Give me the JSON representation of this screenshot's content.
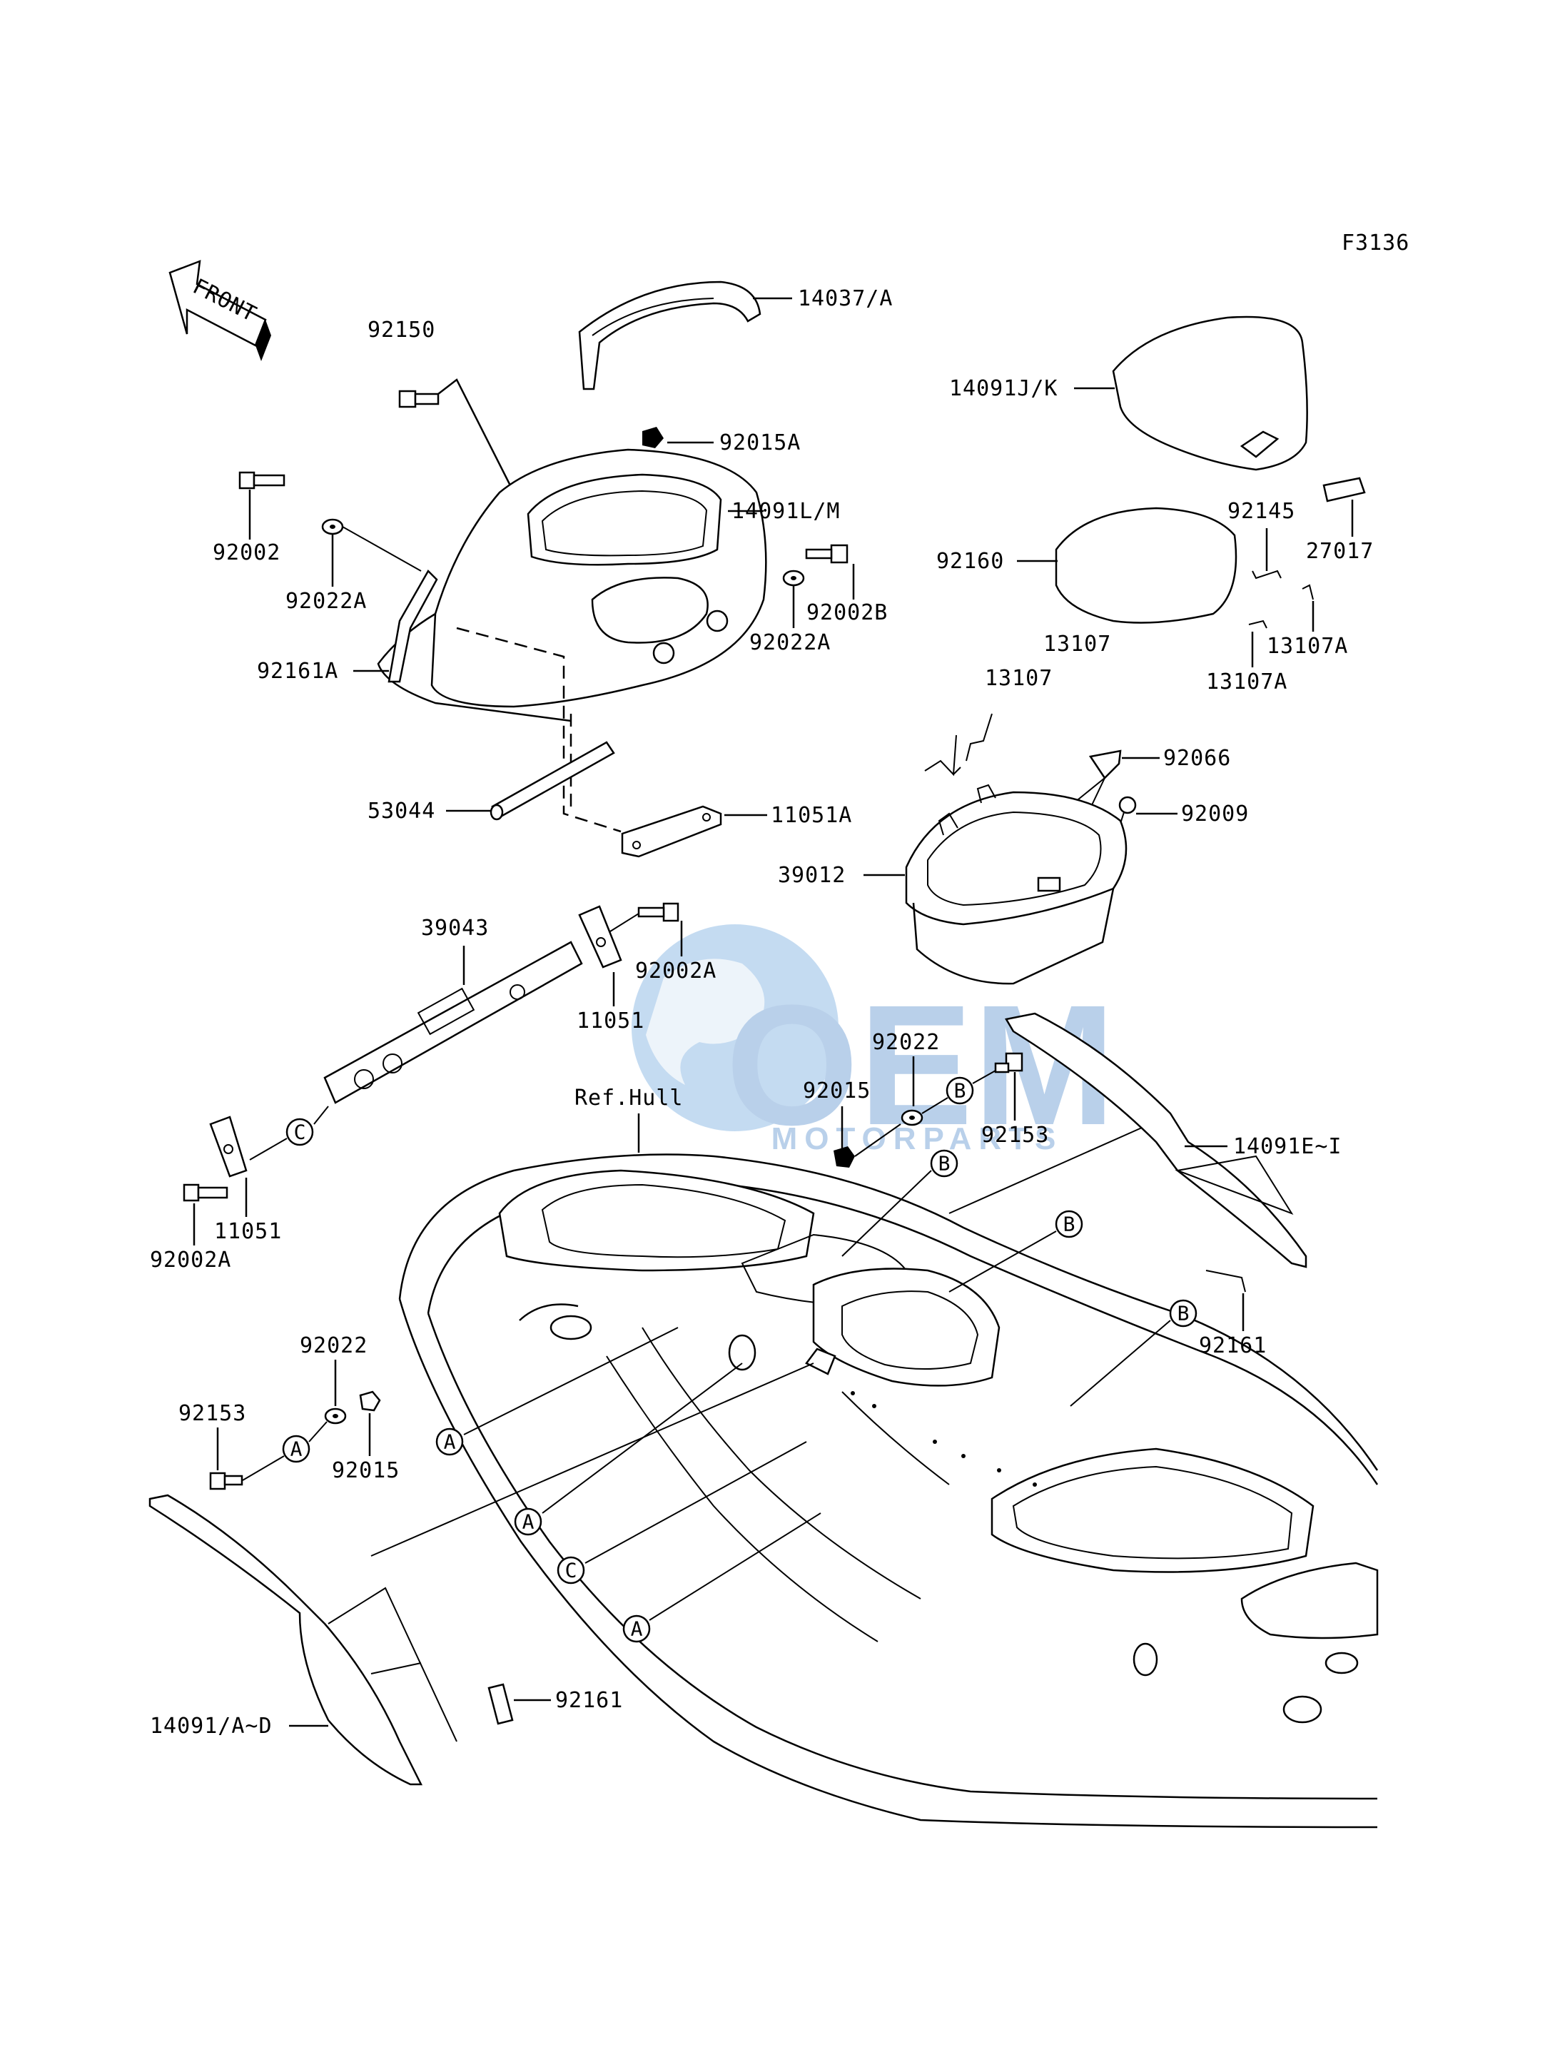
{
  "figure_code": "F3136",
  "front_arrow": "FRONT",
  "ref_hull": "Ref.Hull",
  "watermark": {
    "brand": "OEM",
    "sub": "MOTORPARTS",
    "color": "#3a7cc4"
  },
  "parts": {
    "p14037A": "14037/A",
    "p92150": "92150",
    "p92015A": "92015A",
    "p92002": "92002",
    "p14091LM": "14091L/M",
    "p92022A_1": "92022A",
    "p92002B": "92002B",
    "p92022A_2": "92022A",
    "p92161A": "92161A",
    "p53044": "53044",
    "p11051A": "11051A",
    "p14091JK": "14091J/K",
    "p92145": "92145",
    "p27017": "27017",
    "p92160": "92160",
    "p13107A_1": "13107A",
    "p13107A_2": "13107A",
    "p13107_1": "13107",
    "p13107_2": "13107",
    "p92066": "92066",
    "p92009": "92009",
    "p39012": "39012",
    "p39043": "39043",
    "p92002A_1": "92002A",
    "p11051_1": "11051",
    "p92022_1": "92022",
    "p92015_1": "92015",
    "p92153_1": "92153",
    "p14091EI": "14091E~I",
    "p11051_2": "11051",
    "p92002A_2": "92002A",
    "p92161_1": "92161",
    "p92022_2": "92022",
    "p92153_2": "92153",
    "p92015_2": "92015",
    "p92161_2": "92161",
    "p14091AD": "14091/A~D"
  },
  "refs": {
    "a": "A",
    "b": "B",
    "c": "C"
  }
}
